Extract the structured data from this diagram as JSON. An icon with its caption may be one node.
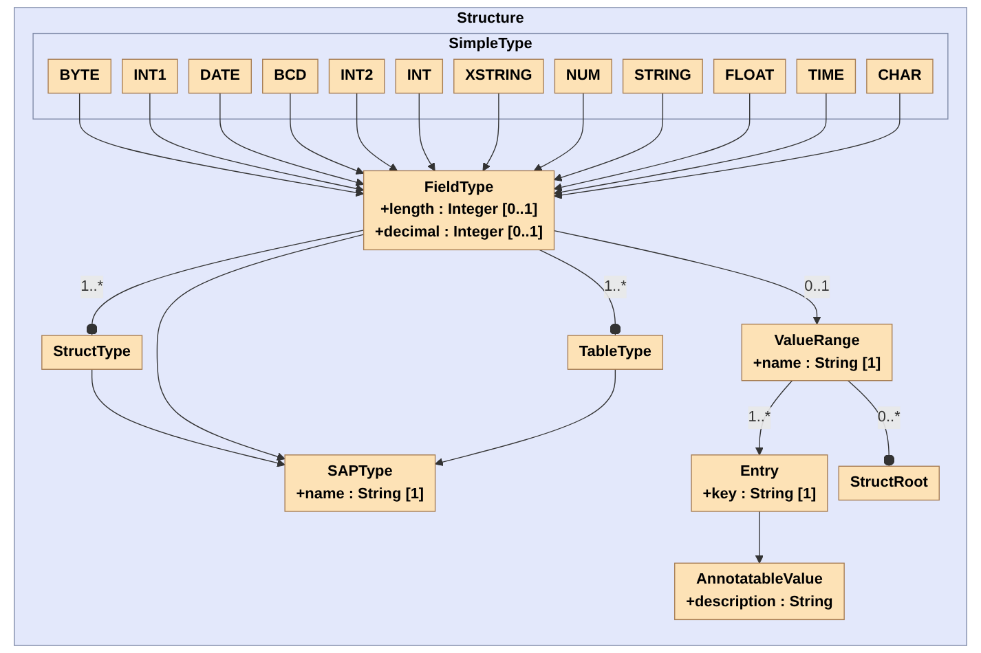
{
  "diagram": {
    "nodes": [
      {
        "text": [
          "Structure"
        ]
      },
      {
        "text": [
          "SAPType",
          "+name : String [1]"
        ],
        "in": 0
      },
      {
        "text": [
          "AnnotatableValue",
          "+description : String"
        ],
        "in": 0
      },
      {
        "text": [
          "ValueRange",
          "+name : String [1]"
        ],
        "in": 0
      },
      {
        "text": [
          "Entry",
          "+key : String [1]"
        ],
        "in": 0
      },
      {
        "text": [
          "StructType"
        ],
        "in": 0
      },
      {
        "text": [
          "FieldType",
          "+length : Integer [0..1]",
          "+decimal : Integer [0..1]"
        ],
        "in": 0
      },
      {
        "text": [
          "TableType"
        ],
        "in": 0
      },
      {
        "text": [
          "StructRoot"
        ],
        "in": 0
      },
      {
        "text": [
          "SimpleType"
        ],
        "in": 0
      },
      {
        "text": [
          "BYTE"
        ],
        "in": 9
      },
      {
        "text": [
          "INT1"
        ],
        "in": 9
      },
      {
        "text": [
          "DATE"
        ],
        "in": 9
      },
      {
        "text": [
          "BCD"
        ],
        "in": 9
      },
      {
        "text": [
          "INT2"
        ],
        "in": 9
      },
      {
        "text": [
          "INT"
        ],
        "in": 9
      },
      {
        "text": [
          "XSTRING"
        ],
        "in": 9
      },
      {
        "text": [
          "NUM"
        ],
        "in": 9
      },
      {
        "text": [
          "STRING"
        ],
        "in": 9
      },
      {
        "text": [
          "FLOAT"
        ],
        "in": 9
      },
      {
        "text": [
          "TIME"
        ],
        "in": 9
      },
      {
        "text": [
          "CHAR"
        ],
        "in": 9
      }
    ],
    "edges": [
      {
        "from": 5,
        "to": 1,
        "arrow": "to"
      },
      {
        "from": 6,
        "to": 1,
        "arrow": "to"
      },
      {
        "from": 7,
        "to": 1,
        "arrow": "to"
      },
      {
        "from": 4,
        "to": 2,
        "arrow": "to"
      },
      {
        "from": 6,
        "to": 3,
        "arrow": "to",
        "label": "0..1"
      },
      {
        "from": 3,
        "to": 4,
        "arrow": "to",
        "label": "1..*"
      },
      {
        "from": 5,
        "to": 6,
        "arrow": "other",
        "label": "1..*"
      },
      {
        "from": 7,
        "to": 6,
        "arrow": "other",
        "label": "1..*"
      },
      {
        "from": 8,
        "to": 3,
        "arrow": "other",
        "label": "0..*"
      },
      {
        "from": 10,
        "to": 6,
        "arrow": "to"
      },
      {
        "from": 11,
        "to": 6,
        "arrow": "to"
      },
      {
        "from": 12,
        "to": 6,
        "arrow": "to"
      },
      {
        "from": 13,
        "to": 6,
        "arrow": "to"
      },
      {
        "from": 14,
        "to": 6,
        "arrow": "to"
      },
      {
        "from": 15,
        "to": 6,
        "arrow": "to"
      },
      {
        "from": 16,
        "to": 6,
        "arrow": "to"
      },
      {
        "from": 17,
        "to": 6,
        "arrow": "to"
      },
      {
        "from": 18,
        "to": 6,
        "arrow": "to"
      },
      {
        "from": 19,
        "to": 6,
        "arrow": "to"
      },
      {
        "from": 20,
        "to": 6,
        "arrow": "to"
      },
      {
        "from": 21,
        "to": 6,
        "arrow": "to"
      }
    ]
  }
}
